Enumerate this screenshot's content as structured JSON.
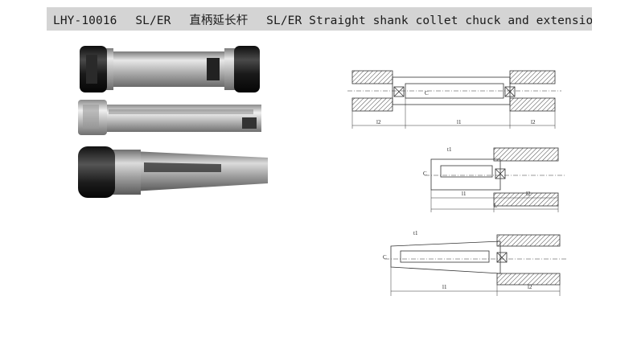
{
  "header": {
    "model": "LHY-10016",
    "code": "SL/ER",
    "chinese_name": "直柄延长杆",
    "english_name": "SL/ER Straight shank collet chuck and extension type"
  },
  "photos": [
    {
      "name": "double-ended-extension"
    },
    {
      "name": "straight-shank-collet-chuck"
    },
    {
      "name": "tapered-shank-collet-chuck"
    }
  ],
  "drawings": {
    "top": {
      "labels": [
        "l2",
        "l1",
        "l2",
        "C"
      ]
    },
    "middle": {
      "labels": [
        "t1",
        "C",
        "l1",
        "l2",
        "L"
      ]
    },
    "bottom": {
      "labels": [
        "t1",
        "C",
        "l1",
        "l2"
      ]
    }
  },
  "colors": {
    "title_bg": "#d4d4d4",
    "nut_black": "#1c1c1c",
    "steel": "#a8a8a8",
    "hatch": "#555555"
  }
}
